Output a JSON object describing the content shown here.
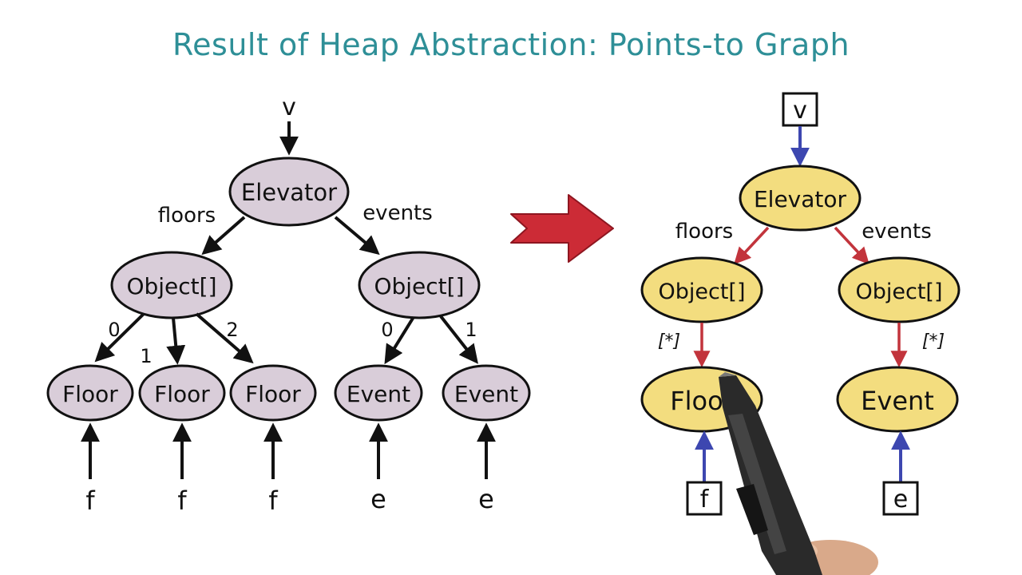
{
  "title": "Result of Heap Abstraction: Points-to Graph",
  "colors": {
    "title": "#2e8f97",
    "left_node_fill": "#d9cdd9",
    "right_node_fill": "#f3dd7f",
    "right_edge_red": "#c2343c",
    "right_edge_blue": "#3d47b0",
    "transform_arrow": "#cc2b36"
  },
  "left_graph": {
    "root_var": "v",
    "nodes": {
      "elevator": "Elevator",
      "array_floors": "Object[]",
      "array_events": "Object[]",
      "floor_0": "Floor",
      "floor_1": "Floor",
      "floor_2": "Floor",
      "event_0": "Event",
      "event_1": "Event"
    },
    "edge_labels": {
      "floors": "floors",
      "events": "events",
      "floor_idx_0": "0",
      "floor_idx_1": "1",
      "floor_idx_2": "2",
      "event_idx_0": "0",
      "event_idx_1": "1"
    },
    "vars": {
      "f0": "f",
      "f1": "f",
      "f2": "f",
      "e0": "e",
      "e1": "e"
    }
  },
  "right_graph": {
    "root_var": "v",
    "nodes": {
      "elevator": "Elevator",
      "array_floors": "Object[]",
      "array_events": "Object[]",
      "floor": "Floor",
      "event": "Event"
    },
    "edge_labels": {
      "floors": "floors",
      "events": "events",
      "floors_star": "[*]",
      "events_star": "[*]"
    },
    "vars": {
      "f": "f",
      "e": "e"
    }
  }
}
